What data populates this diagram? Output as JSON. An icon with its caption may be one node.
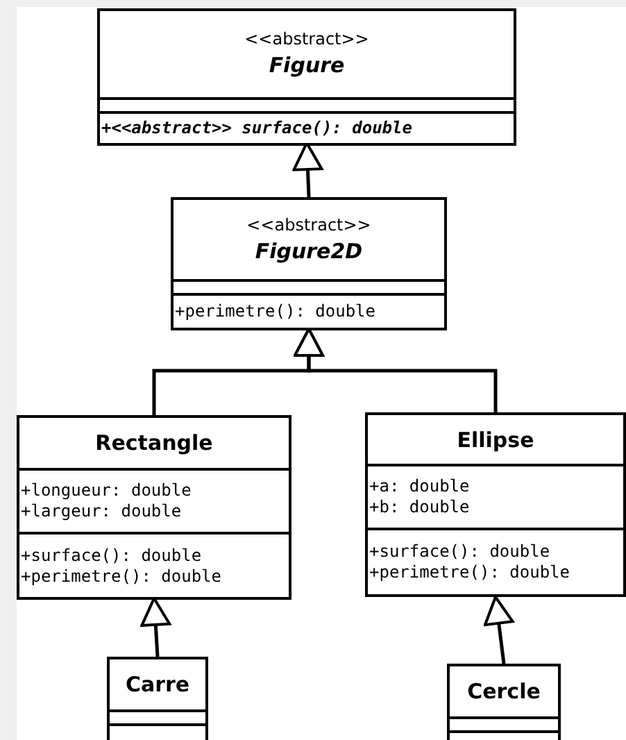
{
  "diagram": {
    "nodes": [
      {
        "text": [
          "<<abstract>>",
          "Figure",
          "+<<abstract>> surface(): double"
        ]
      },
      {
        "text": [
          "<<abstract>>",
          "Figure2D",
          "+perimetre(): double"
        ]
      },
      {
        "text": [
          "Rectangle",
          "+longueur: double",
          "+largeur: double",
          "+surface(): double",
          "+perimetre(): double"
        ]
      },
      {
        "text": [
          "Ellipse",
          "+a: double",
          "+b: double",
          "+surface(): double",
          "+perimetre(): double"
        ]
      },
      {
        "text": [
          "Carre"
        ]
      },
      {
        "text": [
          "Cercle"
        ]
      }
    ],
    "edges": [
      {
        "from": 1,
        "to": 0,
        "arrow": "to"
      },
      {
        "from": 2,
        "to": 1,
        "arrow": "to"
      },
      {
        "from": 3,
        "to": 1,
        "arrow": "to"
      },
      {
        "from": 4,
        "to": 2,
        "arrow": "to"
      },
      {
        "from": 5,
        "to": 3,
        "arrow": "to"
      }
    ]
  }
}
